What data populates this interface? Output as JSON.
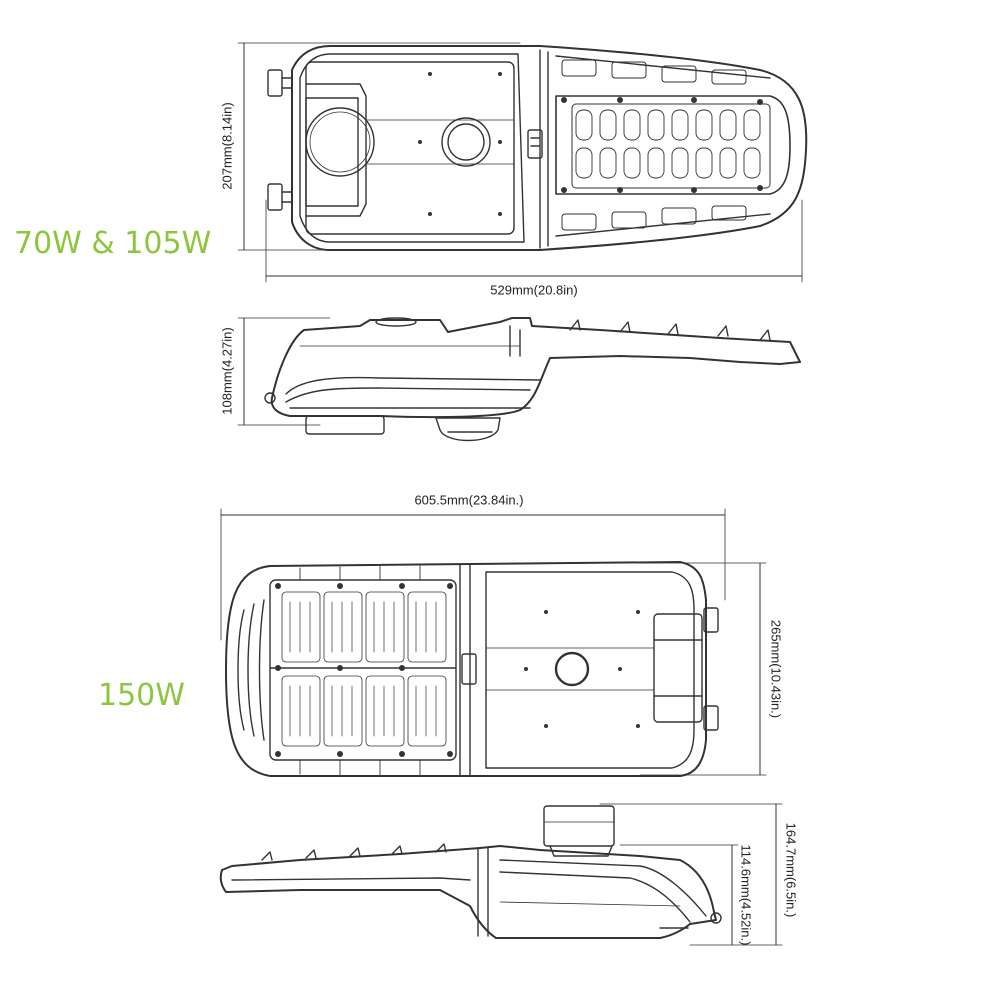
{
  "models": {
    "small": "70W & 105W",
    "large": "150W"
  },
  "dimensions": {
    "small_height": "207mm(8.14in)",
    "small_length": "529mm(20.8in)",
    "small_side_height": "108mm(4.27in)",
    "large_length": "605.5mm(23.84in.)",
    "large_width": "265mm(10.43in.)",
    "large_side_total": "164.7mm(6.5in.)",
    "large_side_body": "114.6mm(4.52in.)"
  },
  "colors": {
    "model_label": "#8cc63f",
    "line": "#333333"
  }
}
